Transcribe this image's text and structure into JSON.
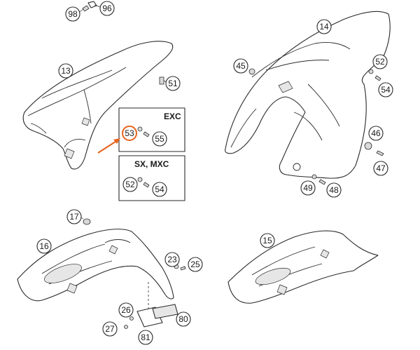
{
  "variant_boxes": [
    {
      "id": "exc",
      "title": "EXC",
      "parts": [
        "53",
        "55"
      ]
    },
    {
      "id": "sx-mxc",
      "title": "SX, MXC",
      "parts": [
        "52",
        "54"
      ]
    }
  ],
  "callouts": {
    "c98": "98",
    "c96": "96",
    "c13": "13",
    "c51": "51",
    "c53": "53",
    "c55": "55",
    "c52b": "52",
    "c54b": "54",
    "c14": "14",
    "c45": "45",
    "c52": "52",
    "c54": "54",
    "c46": "46",
    "c47": "47",
    "c49": "49",
    "c48": "48",
    "c17": "17",
    "c16": "16",
    "c23": "23",
    "c25": "25",
    "c26": "26",
    "c27": "27",
    "c80": "80",
    "c81": "81",
    "c15": "15"
  },
  "highlight": {
    "callout": "53",
    "color": "#e8641e"
  }
}
